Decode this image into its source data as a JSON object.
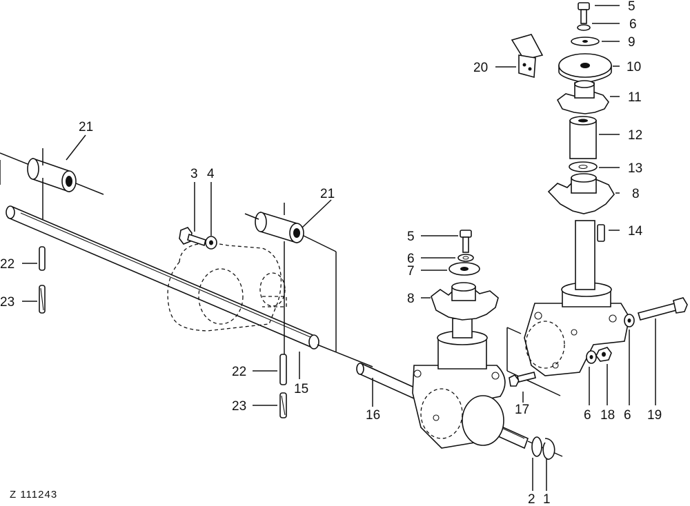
{
  "drawing_code": "Z 111243",
  "callouts": {
    "c1": "1",
    "c2": "2",
    "c3": "3",
    "c4": "4",
    "c5a": "5",
    "c5b": "5",
    "c6a": "6",
    "c6b": "6",
    "c6c": "6",
    "c6d": "6",
    "c7": "7",
    "c8a": "8",
    "c8b": "8",
    "c9": "9",
    "c10": "10",
    "c11": "11",
    "c12": "12",
    "c13": "13",
    "c14": "14",
    "c15": "15",
    "c16": "16",
    "c17": "17",
    "c18": "18",
    "c19": "19",
    "c20": "20",
    "c21a": "21",
    "c21b": "21",
    "c22a": "22",
    "c22b": "22",
    "c23a": "23",
    "c23b": "23"
  }
}
